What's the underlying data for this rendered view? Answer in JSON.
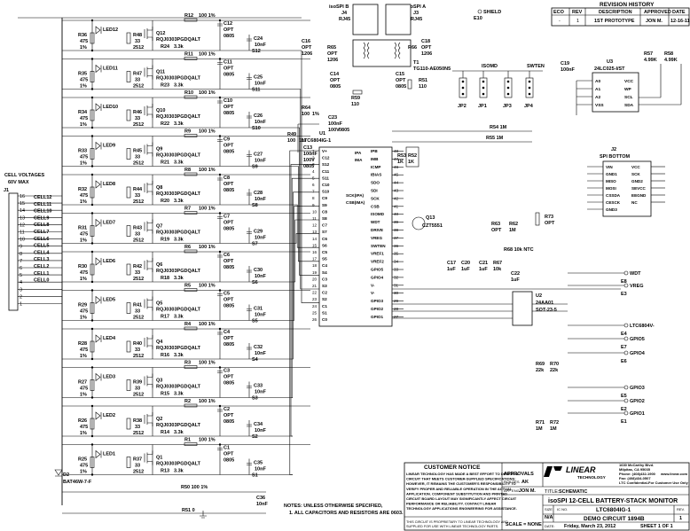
{
  "revision": {
    "title": "REVISION HISTORY",
    "headers": [
      "ECO",
      "REV",
      "DESCRIPTION",
      "APPROVED",
      "DATE"
    ],
    "row": [
      "-",
      "1",
      "1ST PROTOTYPE",
      "JON M.",
      "12-16-11"
    ]
  },
  "connectors": {
    "j4_title": "isoSPI B",
    "j4_ref": "J4",
    "j4_type": "RJ45",
    "j3_title": "isoSPI A",
    "j3_ref": "J3",
    "j3_type": "RJ45",
    "shield": "SHIELD",
    "e10": "E10",
    "transformer": "T1",
    "transformer_part": "TG110-AE050N5"
  },
  "cell_voltages": {
    "title": "CELL VOLTAGES",
    "subtitle": "60V MAX",
    "ref": "J1",
    "pins": [
      "16",
      "15",
      "14",
      "13",
      "12",
      "11",
      "10",
      "9",
      "8",
      "7",
      "6",
      "5",
      "4",
      "3",
      "2",
      "1"
    ],
    "cells": [
      "CELL12",
      "CELL11",
      "CELL10",
      "CELL9",
      "CELL8",
      "CELL7",
      "CELL6",
      "CELL5",
      "CELL4",
      "CELL3",
      "CELL2",
      "CELL1",
      "CELL0"
    ]
  },
  "balance_channels": [
    {
      "led": "LED12",
      "rled": "R36",
      "rv": "475",
      "pct": "1%",
      "q": "Q12",
      "r_gate": "R48",
      "r_gv": "33",
      "pkg": "2512",
      "part": "RQJ0303PGDQALT",
      "rb": "R24",
      "rbv": "3.3k",
      "rtop": "R12",
      "rtopv": "100 1%",
      "c": "C12",
      "cv": "OPT",
      "cpkg": "0805",
      "cf": "C24",
      "cfv": "10nF",
      "s": "S12"
    },
    {
      "led": "LED11",
      "rled": "R35",
      "rv": "475",
      "pct": "1%",
      "q": "Q11",
      "r_gate": "R47",
      "r_gv": "33",
      "pkg": "2512",
      "part": "RQJ0303PGDQALT",
      "rb": "R23",
      "rbv": "3.3k",
      "rtop": "R11",
      "rtopv": "100 1%",
      "c": "C11",
      "cv": "OPT",
      "cpkg": "0805",
      "cf": "C25",
      "cfv": "10nF",
      "s": "S11"
    },
    {
      "led": "LED10",
      "rled": "R34",
      "rv": "475",
      "pct": "1%",
      "q": "Q10",
      "r_gate": "R46",
      "r_gv": "33",
      "pkg": "2512",
      "part": "RQJ0303PGDQALT",
      "rb": "R22",
      "rbv": "3.3k",
      "rtop": "R10",
      "rtopv": "100 1%",
      "c": "C10",
      "cv": "OPT",
      "cpkg": "0805",
      "cf": "C26",
      "cfv": "10nF",
      "s": "S10"
    },
    {
      "led": "LED9",
      "rled": "R33",
      "rv": "475",
      "pct": "1%",
      "q": "Q9",
      "r_gate": "R45",
      "r_gv": "33",
      "pkg": "2512",
      "part": "RQJ0303PGDQALT",
      "rb": "R21",
      "rbv": "3.3k",
      "rtop": "R9",
      "rtopv": "100 1%",
      "c": "C9",
      "cv": "OPT",
      "cpkg": "0805",
      "cf": "C27",
      "cfv": "10nF",
      "s": "S9"
    },
    {
      "led": "LED8",
      "rled": "R32",
      "rv": "475",
      "pct": "1%",
      "q": "Q8",
      "r_gate": "R44",
      "r_gv": "33",
      "pkg": "2512",
      "part": "RQJ0303PGDQALT",
      "rb": "R20",
      "rbv": "3.3k",
      "rtop": "R8",
      "rtopv": "100 1%",
      "c": "C8",
      "cv": "OPT",
      "cpkg": "0805",
      "cf": "C28",
      "cfv": "10nF",
      "s": "S8"
    },
    {
      "led": "LED7",
      "rled": "R31",
      "rv": "475",
      "pct": "1%",
      "q": "Q7",
      "r_gate": "R43",
      "r_gv": "33",
      "pkg": "2512",
      "part": "RQJ0303PGDQALT",
      "rb": "R19",
      "rbv": "3.3k",
      "rtop": "R7",
      "rtopv": "100 1%",
      "c": "C7",
      "cv": "OPT",
      "cpkg": "0805",
      "cf": "C29",
      "cfv": "10nF",
      "s": "S7"
    },
    {
      "led": "LED6",
      "rled": "R30",
      "rv": "475",
      "pct": "1%",
      "q": "Q6",
      "r_gate": "R42",
      "r_gv": "33",
      "pkg": "2512",
      "part": "RQJ0303PGDQALT",
      "rb": "R18",
      "rbv": "3.3k",
      "rtop": "R6",
      "rtopv": "100 1%",
      "c": "C6",
      "cv": "OPT",
      "cpkg": "0805",
      "cf": "C30",
      "cfv": "10nF",
      "s": "S6"
    },
    {
      "led": "LED5",
      "rled": "R29",
      "rv": "475",
      "pct": "1%",
      "q": "Q5",
      "r_gate": "R41",
      "r_gv": "33",
      "pkg": "2512",
      "part": "RQJ0303PGDQALT",
      "rb": "R17",
      "rbv": "3.3k",
      "rtop": "R5",
      "rtopv": "100 1%",
      "c": "C5",
      "cv": "OPT",
      "cpkg": "0805",
      "cf": "C31",
      "cfv": "10nF",
      "s": "S5"
    },
    {
      "led": "LED4",
      "rled": "R28",
      "rv": "475",
      "pct": "1%",
      "q": "Q4",
      "r_gate": "R40",
      "r_gv": "33",
      "pkg": "2512",
      "part": "RQJ0303PGDQALT",
      "rb": "R16",
      "rbv": "3.3k",
      "rtop": "R4",
      "rtopv": "100 1%",
      "c": "C4",
      "cv": "OPT",
      "cpkg": "0805",
      "cf": "C32",
      "cfv": "10nF",
      "s": "S4"
    },
    {
      "led": "LED3",
      "rled": "R27",
      "rv": "475",
      "pct": "1%",
      "q": "Q3",
      "r_gate": "R39",
      "r_gv": "33",
      "pkg": "2512",
      "part": "RQJ0303PGDQALT",
      "rb": "R15",
      "rbv": "3.3k",
      "rtop": "R3",
      "rtopv": "100 1%",
      "c": "C3",
      "cv": "OPT",
      "cpkg": "0805",
      "cf": "C33",
      "cfv": "10nF",
      "s": "S3"
    },
    {
      "led": "LED2",
      "rled": "R26",
      "rv": "475",
      "pct": "1%",
      "q": "Q2",
      "r_gate": "R38",
      "r_gv": "33",
      "pkg": "2512",
      "part": "RQJ0303PGDQALT",
      "rb": "R14",
      "rbv": "3.3k",
      "rtop": "R2",
      "rtopv": "100 1%",
      "c": "C2",
      "cv": "OPT",
      "cpkg": "0805",
      "cf": "C34",
      "cfv": "10nF",
      "s": "S2"
    },
    {
      "led": "LED1",
      "rled": "R25",
      "rv": "475",
      "pct": "1%",
      "q": "Q1",
      "r_gate": "R37",
      "r_gv": "33",
      "pkg": "2512",
      "part": "RQJ0303PGDQALT",
      "rb": "R13",
      "rbv": "3.3k",
      "rtop": "R1",
      "rtopv": "100 1%",
      "c": "C1",
      "cv": "OPT",
      "cpkg": "0805",
      "cf": "C35",
      "cfv": "10nF",
      "s": "S1"
    }
  ],
  "bottom_parts": {
    "r50": "R50  100 1%",
    "c36": "C36",
    "c36v": "10nF",
    "r51": "R51  0",
    "d2": "D2",
    "d2part": "BAT46W-7-F"
  },
  "ic_u1": {
    "ref": "U1",
    "part": "LTC6804IG-1",
    "left_pins": [
      {
        "num": "1",
        "name": "V+"
      },
      {
        "num": "2",
        "name": "C12"
      },
      {
        "num": "3",
        "name": "S12"
      },
      {
        "num": "4",
        "name": "C11"
      },
      {
        "num": "5",
        "name": "S11"
      },
      {
        "num": "6",
        "name": "C10"
      },
      {
        "num": "7",
        "name": "S10"
      },
      {
        "num": "8",
        "name": "C9"
      },
      {
        "num": "9",
        "name": "S9"
      },
      {
        "num": "10",
        "name": "C8"
      },
      {
        "num": "11",
        "name": "S8"
      },
      {
        "num": "12",
        "name": "C7"
      },
      {
        "num": "13",
        "name": "S7"
      },
      {
        "num": "14",
        "name": "C6"
      },
      {
        "num": "15",
        "name": "S6"
      },
      {
        "num": "16",
        "name": "C5"
      },
      {
        "num": "17",
        "name": "S5"
      },
      {
        "num": "18",
        "name": "C4"
      },
      {
        "num": "19",
        "name": "S4"
      },
      {
        "num": "20",
        "name": "C3"
      },
      {
        "num": "21",
        "name": "S3"
      },
      {
        "num": "22",
        "name": "C2"
      },
      {
        "num": "23",
        "name": "S2"
      },
      {
        "num": "24",
        "name": "C1"
      },
      {
        "num": "25",
        "name": "S1"
      },
      {
        "num": "26",
        "name": "C0"
      }
    ],
    "right_pins": [
      {
        "num": "48",
        "name": "IPB"
      },
      {
        "num": "47",
        "name": "IMB"
      },
      {
        "num": "46",
        "name": "ICMP"
      },
      {
        "num": "45",
        "name": "IBIAS"
      },
      {
        "num": "44",
        "name": "SDO"
      },
      {
        "num": "43",
        "name": "SDI"
      },
      {
        "num": "42",
        "name": "SCK"
      },
      {
        "num": "41",
        "name": "CSB"
      },
      {
        "num": "40",
        "name": "ISOMD"
      },
      {
        "num": "39",
        "name": "WDT"
      },
      {
        "num": "38",
        "name": "DRIVE"
      },
      {
        "num": "37",
        "name": "VREG"
      },
      {
        "num": "36",
        "name": "SWTEN"
      },
      {
        "num": "35",
        "name": "VREF1"
      },
      {
        "num": "34",
        "name": "VREF2"
      },
      {
        "num": "33",
        "name": "GPIO5"
      },
      {
        "num": "32",
        "name": "GPIO4"
      },
      {
        "num": "31",
        "name": "V-"
      },
      {
        "num": "30",
        "name": "V-"
      },
      {
        "num": "29",
        "name": "GPIO3"
      },
      {
        "num": "28",
        "name": "GPIO2"
      },
      {
        "num": "27",
        "name": "GPIO1"
      }
    ]
  },
  "ic_u1_extra": [
    "IPA",
    "IMA",
    "CSB(IMA)",
    "SCK(IPA)"
  ],
  "ic_u3": {
    "ref": "U3",
    "part": "24LC025-I/ST",
    "left": [
      "A0",
      "A1",
      "A2",
      "VSS"
    ],
    "right": [
      "VCC",
      "WP",
      "SCL",
      "SDA"
    ],
    "c19": "C19",
    "c19v": "100nF",
    "r57": "R57",
    "r57v": "4.99K",
    "r58": "R58",
    "r58v": "4.99K"
  },
  "ic_j2": {
    "ref": "J2",
    "title": "SPI BOTTOM",
    "left": [
      "VIN",
      "GND1",
      "MISO",
      "MOSI",
      "CSSDA",
      "CESCK",
      "GND3"
    ],
    "right": [
      "VCC",
      "SCK",
      "GND2",
      "SEVCC",
      "EEGND",
      "NC"
    ]
  },
  "ic_u2": {
    "ref": "U2",
    "part": "24AA01",
    "pkg": "SOT-23-5"
  },
  "misc_parts": {
    "r49": "R49",
    "r49v": "100",
    "r49p": "1%",
    "r64": "R64",
    "r64v": "100",
    "r64p": "1%",
    "c23": "C23",
    "c23v": "100nF",
    "c23v2": "100V",
    "c23p": "0805",
    "c13": "C13",
    "c13v": "100nF",
    "c13v2": "100V",
    "c13p": "0805",
    "r53": "R53",
    "r53v": "1K",
    "r52": "R52",
    "r52v": "1K",
    "q13": "Q13",
    "q13part": "CZT5551",
    "r63": "R63",
    "r63v": "OPT",
    "r62": "R62",
    "r62v": "1M",
    "r73": "R73",
    "r73v": "OPT",
    "r68": "R68  10k NTC",
    "c17": "C17",
    "c17v": "1uF",
    "c20": "C20",
    "c20v": "1uF",
    "c21": "C21",
    "c21v": "1uF",
    "r67": "R67",
    "r67v": "10k",
    "c22": "C22",
    "c22v": "1uF",
    "r54": "R54  1M",
    "r55": "R55  1M",
    "r69": "R69",
    "r69v": "22k",
    "r70": "R70",
    "r70v": "22k",
    "r71": "R71",
    "r71v": "1M",
    "r72": "R72",
    "r72v": "1M",
    "c14": "C14",
    "c14v": "OPT",
    "c14p": "0805",
    "c15": "C15",
    "c15v": "OPT",
    "c15p": "0805",
    "c16": "C16",
    "c16v": "OPT",
    "c16p": "1206",
    "c18": "C18",
    "c18v": "OPT",
    "c18p": "1206",
    "r65": "R65",
    "r65v": "OPT",
    "r65p": "1206",
    "r66": "R66",
    "r66v": "OPT",
    "r66p": "1206",
    "r59": "R59",
    "r59v": "110",
    "r51b": "R51",
    "r51bv": "110"
  },
  "jumpers": {
    "isomd": "ISOMD",
    "swten": "SWTEN",
    "items": [
      "JP2",
      "JP1",
      "JP3",
      "JP4"
    ]
  },
  "test_points": [
    {
      "name": "WDT",
      "e": "E8"
    },
    {
      "name": "VREG",
      "e": "E3"
    },
    {
      "name": "LTC6804V-",
      "e": "E4"
    },
    {
      "name": "GPIO5",
      "e": "E7"
    },
    {
      "name": "GPIO4",
      "e": "E6"
    },
    {
      "name": "GPIO3",
      "e": "E5"
    },
    {
      "name": "GPIO2",
      "e": "E2"
    },
    {
      "name": "GPIO1",
      "e": "E1"
    }
  ],
  "notes": {
    "line1": "NOTES: UNLESS OTHERWISE SPECIFIED,",
    "line2": "1. ALL CAPACITORS AND RESISTORS ARE 0603."
  },
  "customer_notice": {
    "title": "CUSTOMER NOTICE",
    "body": [
      "LINEAR TECHNOLOGY HAS MADE A BEST EFFORT TO DESIGN A",
      "CIRCUIT THAT MEETS CUSTOMER-SUPPLIED SPECIFICATIONS;",
      "HOWEVER, IT REMAINS THE CUSTOMER'S RESPONSIBILITY TO",
      "VERIFY PROPER AND RELIABLE OPERATION IN THE ACTUAL",
      "APPLICATION. COMPONENT SUBSTITUTION AND PRINTED",
      "CIRCUIT BOARD LAYOUT MAY SIGNIFICANTLY AFFECT CIRCUIT",
      "PERFORMANCE OR RELIABILITY. CONTACT LINEAR",
      "TECHNOLOGY APPLICATIONS ENGINEERING FOR ASSISTANCE."
    ],
    "footer": [
      "THIS CIRCUIT IS PROPRIETARY TO LINEAR TECHNOLOGY AND",
      "SUPPLIED FOR USE WITH LINEAR TECHNOLOGY PARTS."
    ]
  },
  "approvals": {
    "title": "APPROVALS",
    "pcb_des_label": "PCB DES.",
    "pcb_des": "AK",
    "app_eng_label": "APP ENG.",
    "app_eng": "JON M.",
    "scale": "SCALE = NONE"
  },
  "company": {
    "logo": "LINEAR",
    "logo_sub": "TECHNOLOGY",
    "address": [
      "1630 McCarthy Blvd.",
      "Milpitas, CA 95035",
      "Phone: (408)432-1900",
      "Fax: (408)434-0507"
    ],
    "web": "www.linear.com",
    "confidential": "LTC Confidential-For Customer Use Only"
  },
  "title_block": {
    "title_label": "TITLE:",
    "title": "SCHEMATIC",
    "subtitle": "isoSPI 12-CELL BATTERY-STACK MONITOR",
    "size_label": "SIZE",
    "size": "N/A",
    "ic_label": "IC NO.",
    "ic_no": "LTC6804IG-1",
    "board": "DEMO CIRCUIT 1894B",
    "rev_label": "REV.",
    "rev": "1",
    "date_label": "DATE:",
    "date": "Friday, March 23, 2012",
    "sheet": "SHEET  1   OF   1"
  }
}
